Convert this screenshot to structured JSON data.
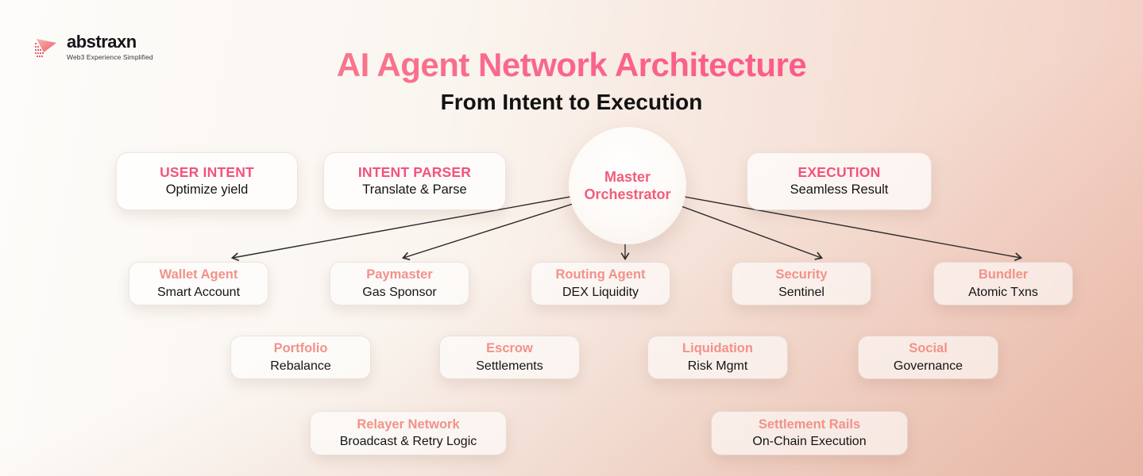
{
  "brand": {
    "name": "abstraxn",
    "tagline": "Web3 Experience Simplified"
  },
  "header": {
    "title": "AI Agent Network Architecture",
    "subtitle": "From Intent to Execution"
  },
  "colors": {
    "title_gradient_start": "#f2948b",
    "title_gradient_end": "#fd4b8b",
    "row1_title_pink": "#f3527c",
    "agent_title_salmon": "#f29289",
    "body_text": "#141414",
    "background_right_salmon": "#e2ab9b",
    "background_left": "#fdfcfa",
    "arrow_color": "#2b2b2b"
  },
  "diagram": {
    "orchestrator": {
      "label": "Master Orchestrator"
    },
    "row1": [
      {
        "title": "USER INTENT",
        "subtitle": "Optimize yield"
      },
      {
        "title": "INTENT PARSER",
        "subtitle": "Translate & Parse"
      },
      {
        "title": "EXECUTION",
        "subtitle": "Seamless Result"
      }
    ],
    "row2": [
      {
        "title": "Wallet Agent",
        "subtitle": "Smart Account"
      },
      {
        "title": "Paymaster",
        "subtitle": "Gas Sponsor"
      },
      {
        "title": "Routing Agent",
        "subtitle": "DEX Liquidity"
      },
      {
        "title": "Security",
        "subtitle": "Sentinel"
      },
      {
        "title": "Bundler",
        "subtitle": "Atomic Txns"
      }
    ],
    "row3": [
      {
        "title": "Portfolio",
        "subtitle": "Rebalance"
      },
      {
        "title": "Escrow",
        "subtitle": "Settlements"
      },
      {
        "title": "Liquidation",
        "subtitle": "Risk Mgmt"
      },
      {
        "title": "Social",
        "subtitle": "Governance"
      }
    ],
    "row4": [
      {
        "title": "Relayer Network",
        "subtitle": "Broadcast & Retry Logic"
      },
      {
        "title": "Settlement Rails",
        "subtitle": "On-Chain Execution"
      }
    ]
  }
}
